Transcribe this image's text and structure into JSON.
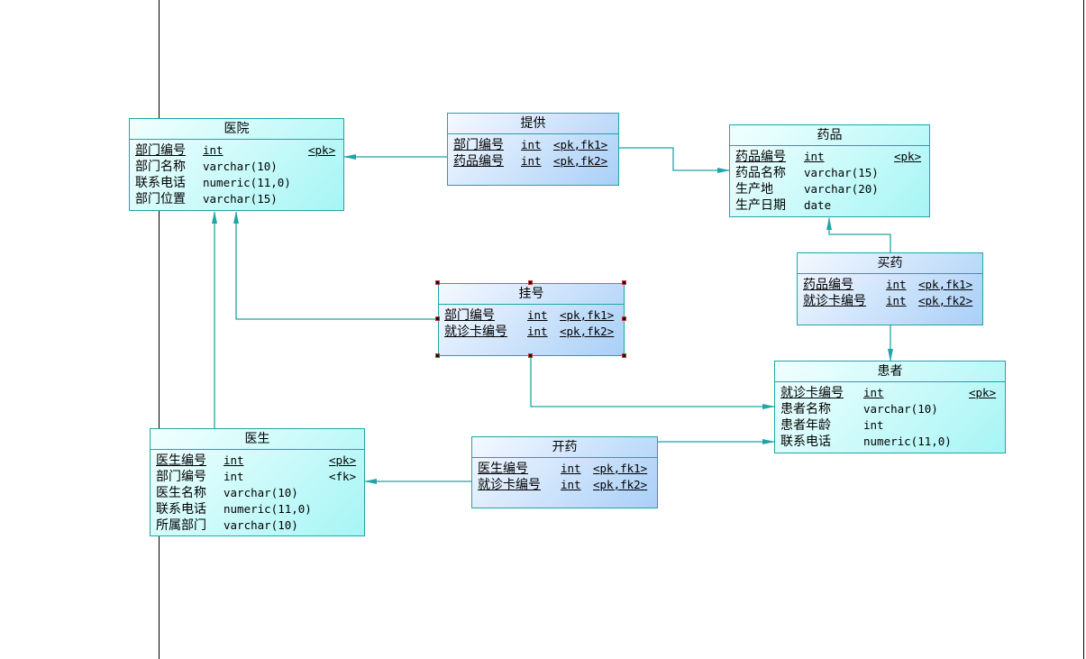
{
  "colors": {
    "line": "#1fa5a5",
    "entity_fill_start": "#f2ffff",
    "entity_fill_end": "#a6f5f5",
    "relation_fill_start": "#f4f9ff",
    "relation_fill_end": "#a9cff7"
  },
  "entities": {
    "hospital": {
      "title": "医院",
      "rows": [
        {
          "name": "部门编号",
          "type": "int",
          "key": "<pk>",
          "underline": true
        },
        {
          "name": "部门名称",
          "type": "varchar(10)",
          "key": ""
        },
        {
          "name": "联系电话",
          "type": "numeric(11,0)",
          "key": ""
        },
        {
          "name": "部门位置",
          "type": "varchar(15)",
          "key": ""
        }
      ]
    },
    "supply": {
      "title": "提供",
      "rows": [
        {
          "name": "部门编号",
          "type": "int",
          "key": "<pk,fk1>",
          "underline": true
        },
        {
          "name": "药品编号",
          "type": "int",
          "key": "<pk,fk2>",
          "underline": true
        }
      ]
    },
    "medicine": {
      "title": "药品",
      "rows": [
        {
          "name": "药品编号",
          "type": "int",
          "key": "<pk>",
          "underline": true
        },
        {
          "name": "药品名称",
          "type": "varchar(15)",
          "key": ""
        },
        {
          "name": "生产地",
          "type": "varchar(20)",
          "key": ""
        },
        {
          "name": "生产日期",
          "type": "date",
          "key": ""
        }
      ]
    },
    "buy_medicine": {
      "title": "买药",
      "rows": [
        {
          "name": "药品编号",
          "type": "int",
          "key": "<pk,fk1>",
          "underline": true
        },
        {
          "name": "就诊卡编号",
          "type": "int",
          "key": "<pk,fk2>",
          "underline": true
        }
      ]
    },
    "registration": {
      "title": "挂号",
      "rows": [
        {
          "name": "部门编号",
          "type": "int",
          "key": "<pk,fk1>",
          "underline": true
        },
        {
          "name": "就诊卡编号",
          "type": "int",
          "key": "<pk,fk2>",
          "underline": true
        }
      ]
    },
    "patient": {
      "title": "患者",
      "rows": [
        {
          "name": "就诊卡编号",
          "type": "int",
          "key": "<pk>",
          "underline": true
        },
        {
          "name": "患者名称",
          "type": "varchar(10)",
          "key": ""
        },
        {
          "name": "患者年龄",
          "type": "int",
          "key": ""
        },
        {
          "name": "联系电话",
          "type": "numeric(11,0)",
          "key": ""
        }
      ]
    },
    "doctor": {
      "title": "医生",
      "rows": [
        {
          "name": "医生编号",
          "type": "int",
          "key": "<pk>",
          "underline": true
        },
        {
          "name": "部门编号",
          "type": "int",
          "key": "<fk>"
        },
        {
          "name": "医生名称",
          "type": "varchar(10)",
          "key": ""
        },
        {
          "name": "联系电话",
          "type": "numeric(11,0)",
          "key": ""
        },
        {
          "name": "所属部门",
          "type": "varchar(10)",
          "key": ""
        }
      ]
    },
    "prescribe": {
      "title": "开药",
      "rows": [
        {
          "name": "医生编号",
          "type": "int",
          "key": "<pk,fk1>",
          "underline": true
        },
        {
          "name": "就诊卡编号",
          "type": "int",
          "key": "<pk,fk2>",
          "underline": true
        }
      ]
    }
  },
  "relationships": [
    {
      "from": "supply",
      "to": "hospital"
    },
    {
      "from": "supply",
      "to": "medicine"
    },
    {
      "from": "buy_medicine",
      "to": "medicine"
    },
    {
      "from": "buy_medicine",
      "to": "patient"
    },
    {
      "from": "registration",
      "to": "hospital"
    },
    {
      "from": "registration",
      "to": "patient"
    },
    {
      "from": "doctor",
      "to": "hospital"
    },
    {
      "from": "prescribe",
      "to": "doctor"
    },
    {
      "from": "prescribe",
      "to": "patient"
    }
  ],
  "selected_table": "registration"
}
